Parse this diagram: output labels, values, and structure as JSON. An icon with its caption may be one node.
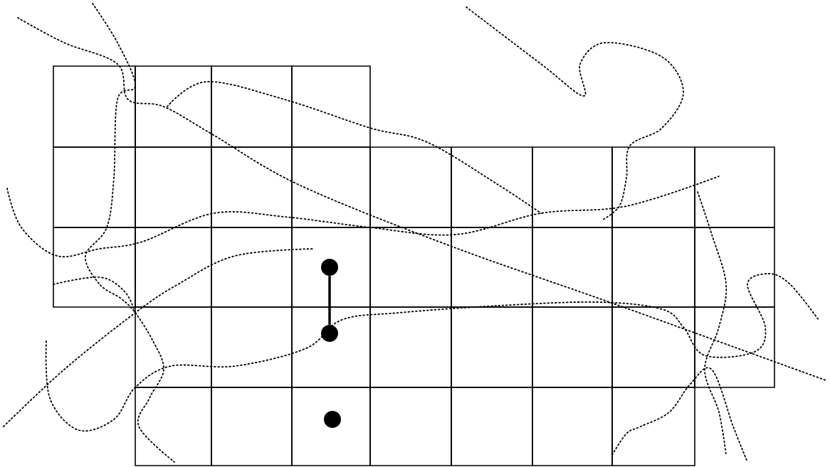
{
  "diagram": {
    "nodes": [
      {
        "text": [],
        "shape": "circle"
      },
      {
        "text": [],
        "shape": "circle"
      },
      {
        "text": [],
        "shape": "circle"
      }
    ],
    "edges": [
      {
        "from": 0,
        "to": 1,
        "arrow": "none"
      }
    ]
  }
}
